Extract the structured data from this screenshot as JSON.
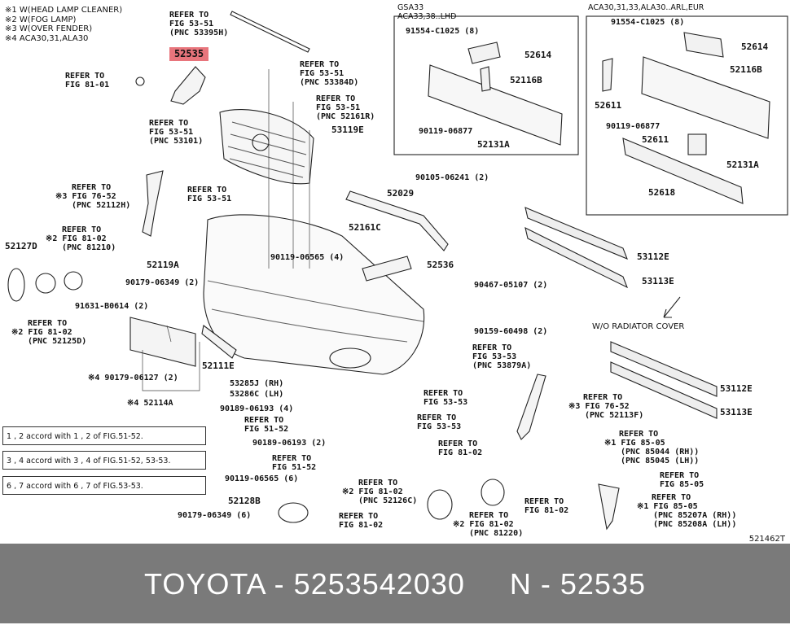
{
  "legend": [
    "※1 W(HEAD LAMP CLEANER)",
    "※2 W(FOG LAMP)",
    "※3 W(OVER FENDER)",
    "※4 ACA30,31,ALA30"
  ],
  "highlight_part": "52535",
  "insets": {
    "left_title": [
      "GSA33",
      "ACA33,38..LHD"
    ],
    "right_title": "ACA30,31,33,ALA30..ARL,EUR",
    "wo_cover": "W/O RADIATOR COVER"
  },
  "labels": {
    "ref_53395h": [
      "REFER TO",
      "FIG 53-51",
      "(PNC 53395H)"
    ],
    "ref_81_01": [
      "REFER TO",
      "FIG 81-01"
    ],
    "ref_53384d": [
      "REFER TO",
      "FIG 53-51",
      "(PNC 53384D)"
    ],
    "ref_52161r": [
      "REFER TO",
      "FIG 53-51",
      "(PNC 52161R)"
    ],
    "p53119e": "53119E",
    "ref_53101": [
      "REFER TO",
      "FIG 53-51",
      "(PNC 53101)"
    ],
    "ref_52112h": [
      "REFER TO",
      "※3 FIG 76-52",
      "(PNC 52112H)"
    ],
    "ref_53_51": [
      "REFER TO",
      "FIG 53-51"
    ],
    "ref_81210": [
      "REFER TO",
      "※2 FIG 81-02",
      "(PNC 81210)"
    ],
    "p52127d": "52127D",
    "p52119a": "52119A",
    "p52161c": "52161C",
    "p52029": "52029",
    "p90105": "90105-06241 (2)",
    "p90119_4": "90119-06565 (4)",
    "p52536": "52536",
    "p90179_2": "90179-06349 (2)",
    "p91631": "91631-B0614 (2)",
    "p90467": "90467-05107 (2)",
    "ref_52125d": [
      "REFER TO",
      "※2 FIG 81-02",
      "(PNC 52125D)"
    ],
    "p90159": "90159-60498 (2)",
    "p52111e": "52111E",
    "ref_53879a": [
      "REFER TO",
      "FIG 53-53",
      "(PNC 53879A)"
    ],
    "p53285j": "53285J (RH)",
    "p53286c": "53286C (LH)",
    "p90179_06127": "※4 90179-06127 (2)",
    "p52114a": "※4 52114A",
    "p90189_4": "90189-06193 (4)",
    "ref_51_52a": [
      "REFER TO",
      "FIG 51-52"
    ],
    "p90189_2": "90189-06193 (2)",
    "ref_51_52b": [
      "REFER TO",
      "FIG 51-52"
    ],
    "p90119_6": "90119-06565 (6)",
    "p52128b": "52128B",
    "p90179_6": "90179-06349 (6)",
    "ref_53_53a": [
      "REFER TO",
      "FIG 53-53"
    ],
    "ref_53_53b": [
      "REFER TO",
      "FIG 53-53"
    ],
    "ref_81_02a": [
      "REFER TO",
      "FIG 81-02"
    ],
    "ref_52126c": [
      "REFER TO",
      "※2 FIG 81-02",
      "(PNC 52126C)"
    ],
    "ref_81_02b": [
      "REFER TO",
      "FIG 81-02"
    ],
    "ref_81_02c": [
      "REFER TO",
      "FIG 81-02"
    ],
    "ref_81220": [
      "REFER TO",
      "※2 FIG 81-02",
      "(PNC 81220)"
    ],
    "ref_52113f": [
      "REFER TO",
      "※3 FIG 76-52",
      "(PNC 52113F)"
    ],
    "ref_85044": [
      "REFER TO",
      "※1 FIG 85-05",
      "(PNC 85044 (RH))",
      "(PNC 85045 (LH))"
    ],
    "ref_85_05": [
      "REFER TO",
      "FIG 85-05"
    ],
    "ref_85207a": [
      "REFER TO",
      "※1 FIG 85-05",
      "(PNC 85207A (RH))",
      "(PNC 85208A (LH))"
    ],
    "p53112e_a": "53112E",
    "p53113e_a": "53113E",
    "p53112e_b": "53112E",
    "p53113e_b": "53113E",
    "l_91554": "91554-C1025 (8)",
    "l_52614": "52614",
    "l_52116b": "52116B",
    "l_90119": "90119-06877",
    "l_52131a": "52131A",
    "r_91554": "91554-C1025 (8)",
    "r_52614": "52614",
    "r_52116b": "52116B",
    "r_52611a": "52611",
    "r_90119": "90119-06877",
    "r_52611b": "52611",
    "r_52131a": "52131A",
    "r_52618": "52618"
  },
  "notes": [
    "1 , 2  accord with 1 , 2  of FIG.51-52.",
    "3 , 4  accord with 3 , 4  of FIG.51-52, 53-53.",
    "6 , 7  accord with 6 , 7  of FIG.53-53."
  ],
  "figure_number": "521462T",
  "footer": "TOYOTA - 5253542030     N - 52535"
}
